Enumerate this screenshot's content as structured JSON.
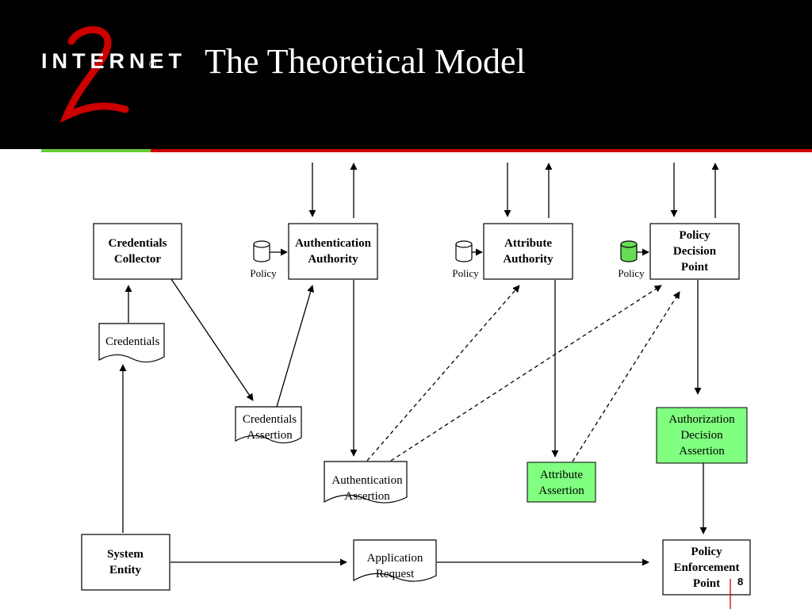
{
  "slide": {
    "title": "The Theoretical Model",
    "page_number": "8"
  },
  "logo": {
    "text": "INTERNET",
    "mark": "2",
    "registered": "®"
  },
  "colors": {
    "header_bg": "#000000",
    "accent_green": "#66cc33",
    "accent_red": "#cc0000",
    "highlight_green": "#80ff80"
  },
  "nodes": {
    "credentials_collector": "Credentials Collector",
    "authentication_authority": "Authentication Authority",
    "attribute_authority": "Attribute Authority",
    "policy_decision_point": "Policy Decision Point",
    "system_entity": "System Entity",
    "policy_enforcement_point": "Policy Enforcement Point"
  },
  "documents": {
    "credentials": "Credentials",
    "credentials_assertion": "Credentials Assertion",
    "authentication_assertion": "Authentication Assertion",
    "attribute_assertion": "Attribute Assertion",
    "authorization_decision_assertion": "Authorization Decision Assertion",
    "application_request": "Application Request"
  },
  "policy_stores": [
    "Policy",
    "Policy",
    "Policy"
  ]
}
